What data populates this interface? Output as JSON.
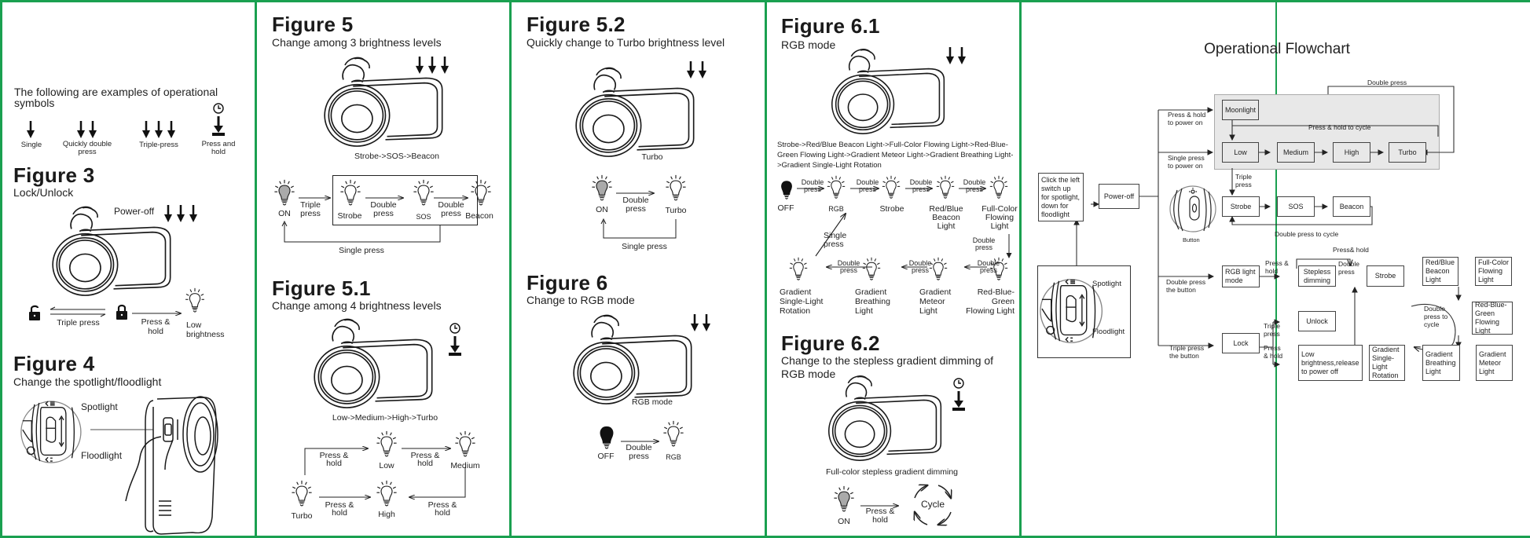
{
  "panel1": {
    "intro": "The following are examples of operational symbols",
    "symbols": [
      {
        "icon": "single-press-arrow-icon",
        "label": "Single"
      },
      {
        "icon": "double-press-arrow-icon",
        "label": "Quickly double press"
      },
      {
        "icon": "triple-press-arrow-icon",
        "label": "Triple-press"
      },
      {
        "icon": "press-hold-icon",
        "label": "Press and hold"
      }
    ],
    "fig3": {
      "title": "Figure 3",
      "subtitle": "Lock/Unlock",
      "power_off": "Power-off",
      "triple_press": "Triple press",
      "press_hold": "Press & hold",
      "low_brightness": "Low brightness"
    },
    "fig4": {
      "title": "Figure 4",
      "subtitle": "Change the spotlight/floodlight",
      "spotlight": "Spotlight",
      "floodlight": "Floodlight"
    }
  },
  "panel2": {
    "fig5": {
      "title": "Figure 5",
      "subtitle": "Change among 3 brightness levels",
      "caption": "Strobe->SOS->Beacon",
      "nodes": [
        "ON",
        "Strobe",
        "SOS",
        "Beacon"
      ],
      "edges": [
        "Triple press",
        "Double press",
        "Double press"
      ],
      "return": "Single press"
    },
    "fig51": {
      "title": "Figure 5.1",
      "subtitle": "Change among 4 brightness levels",
      "caption": "Low->Medium->High->Turbo",
      "nodes": [
        "Low",
        "Medium",
        "High",
        "Turbo"
      ],
      "edge": "Press & hold"
    }
  },
  "panel3": {
    "fig52": {
      "title": "Figure 5.2",
      "subtitle": "Quickly change to Turbo brightness level",
      "caption": "Turbo",
      "nodes": [
        "ON",
        "Turbo"
      ],
      "edge": "Double press",
      "return": "Single press"
    },
    "fig6": {
      "title": "Figure 6",
      "subtitle": "Change to RGB mode",
      "caption": "RGB mode",
      "nodes": [
        "OFF",
        "RGB"
      ],
      "edge": "Double press"
    }
  },
  "panel4": {
    "fig61": {
      "title": "Figure 6.1",
      "subtitle": "RGB mode",
      "caption": "Strobe->Red/Blue Beacon Light->Full-Color Flowing Light->Red-Blue-Green Flowing Light->Gradient Meteor Light->Gradient Breathing Light->Gradient Single-Light Rotation",
      "top_nodes": [
        "OFF",
        "RGB",
        "Strobe",
        "Red/Blue Beacon Light",
        "Full-Color Flowing Light"
      ],
      "bottom_nodes": [
        "Gradient Single-Light Rotation",
        "Gradient Breathing Light",
        "Gradient Meteor Light",
        "Red-Blue-Green Flowing Light"
      ],
      "edge": "Double press",
      "return": "Single press"
    },
    "fig62": {
      "title": "Figure 6.2",
      "subtitle": "Change to the stepless gradient dimming of RGB mode",
      "caption": "Full-color stepless gradient dimming",
      "node": "ON",
      "edge": "Press & hold",
      "cycle": "Cycle"
    }
  },
  "flowchart": {
    "title": "Operational Flowchart",
    "switch_note": "Click the left switch up for spotlight, down for floodlight",
    "power_off": "Power-off",
    "spotlight": "Spotlight",
    "floodlight": "Floodlight",
    "button": "Button",
    "labels": {
      "press_hold_on": "Press & hold to power on",
      "single_on": "Single press to power on",
      "double_btn": "Double press the button",
      "triple_btn": "Triple press the button",
      "double_press": "Double press",
      "press_hold_cycle": "Press & hold to cycle",
      "triple_press": "Triple press",
      "double_cycle": "Double press to cycle",
      "press_hold": "Press & hold",
      "press_hold2": "Press& hold",
      "double_press_cycle": "Double press to cycle"
    },
    "boxes": {
      "moonlight": "Moonlight",
      "low": "Low",
      "medium": "Medium",
      "high": "High",
      "turbo": "Turbo",
      "strobe": "Strobe",
      "sos": "SOS",
      "beacon": "Beacon",
      "rgb": "RGB light mode",
      "stepless": "Stepless dimming",
      "rgb_strobe": "Strobe",
      "redblue": "Red/Blue Beacon Light",
      "fullcolor": "Full-Color Flowing Light",
      "rbg": "Red-Blue-Green Flowing Light",
      "meteor": "Gradient Meteor Light",
      "breathing": "Gradient Breathing Light",
      "rotation": "Gradient Single-Light Rotation",
      "lock": "Lock",
      "unlock": "Unlock",
      "lowrelease": "Low brightness,release to power off"
    }
  }
}
